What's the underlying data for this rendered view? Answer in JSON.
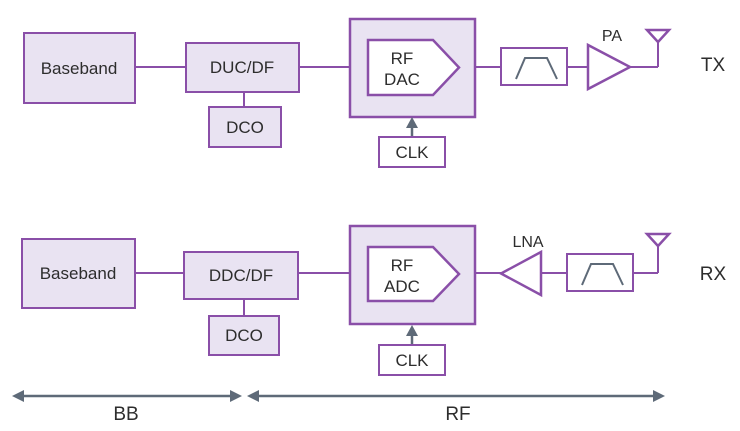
{
  "colors": {
    "purple": "#8A4FA8",
    "lavender": "#E9E3F2",
    "slate": "#5E6A78",
    "text": "#2D2D2D",
    "background": "#FFFFFF"
  },
  "tx": {
    "baseband": "Baseband",
    "duc_df": "DUC/DF",
    "dco": "DCO",
    "converter": {
      "line1": "RF",
      "line2": "DAC"
    },
    "clk": "CLK",
    "pa": "PA",
    "chain_label": "TX"
  },
  "rx": {
    "baseband": "Baseband",
    "ddc_df": "DDC/DF",
    "dco": "DCO",
    "converter": {
      "line1": "RF",
      "line2": "ADC"
    },
    "clk": "CLK",
    "lna": "LNA",
    "chain_label": "RX"
  },
  "domains": {
    "bb": "BB",
    "rf": "RF"
  }
}
